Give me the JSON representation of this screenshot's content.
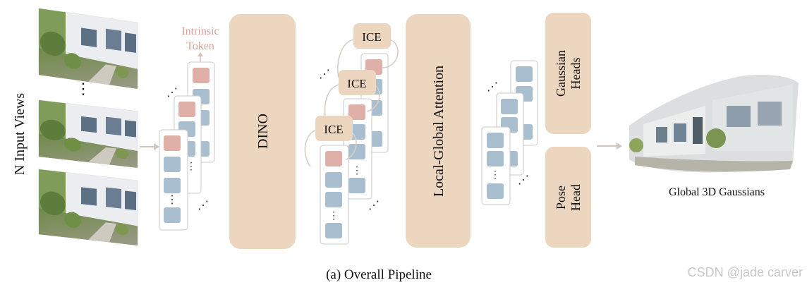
{
  "labels": {
    "input_views": "N Input Views",
    "intrinsic_token_line1": "Intrinsic",
    "intrinsic_token_line2": "Token",
    "dino": "DINO",
    "ice": "ICE",
    "local_global_attention": "Local-Global Attention",
    "gaussian_heads_line1": "Gaussian",
    "gaussian_heads_line2": "Heads",
    "pose_head_line1": "Pose",
    "pose_head_line2": "Head",
    "global_3d_gaussians": "Global 3D Gaussians",
    "caption": "(a) Overall Pipeline",
    "watermark": "CSDN @jade carver"
  },
  "colors": {
    "block": "#ecd6bf",
    "token_blue": "#a9bfcf",
    "token_pink": "#dfb0a8",
    "arrow": "#cfc6bd",
    "intrinsic_text": "#d4a296",
    "card_border": "#c9c9c9",
    "watermark": "#c8c8c8"
  }
}
